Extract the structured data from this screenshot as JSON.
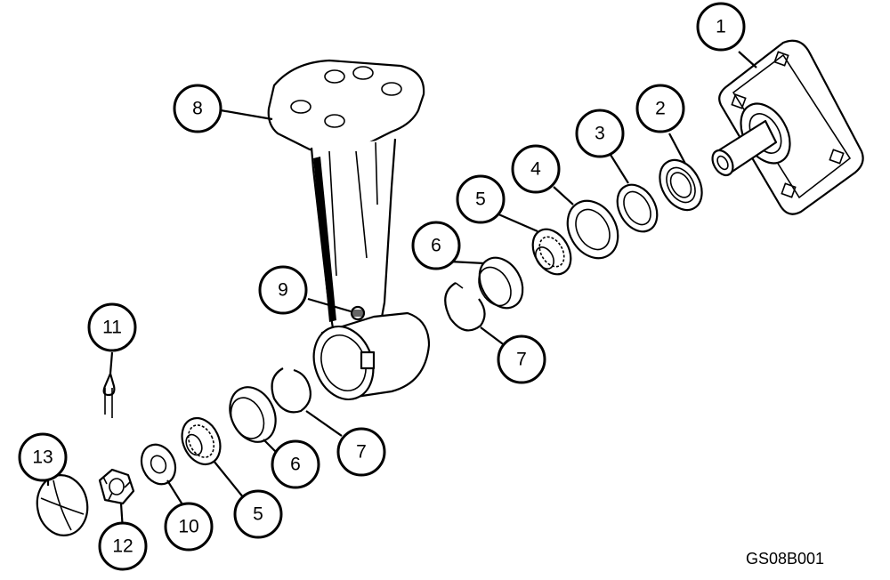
{
  "callouts": {
    "c1": "1",
    "c2": "2",
    "c3": "3",
    "c4": "4",
    "c5a": "5",
    "c5b": "5",
    "c6a": "6",
    "c6b": "6",
    "c7a": "7",
    "c7b": "7",
    "c8": "8",
    "c9": "9",
    "c10": "10",
    "c11": "11",
    "c12": "12",
    "c13": "13"
  },
  "drawing_code": "GS08B001"
}
